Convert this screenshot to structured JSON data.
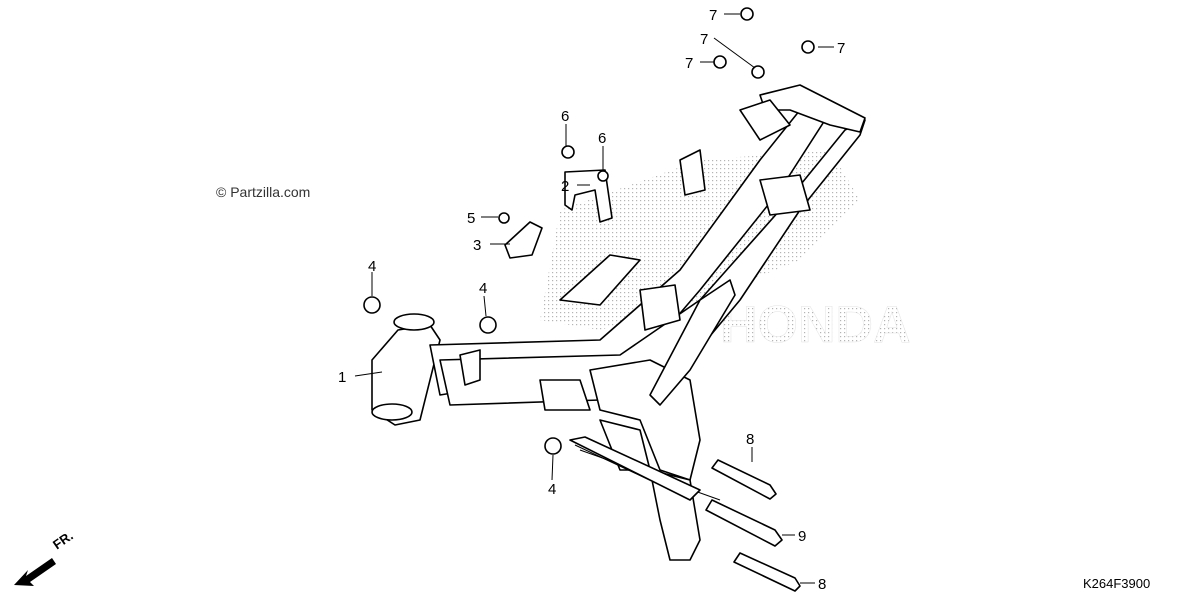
{
  "watermark": "© Partzilla.com",
  "diagram_code": "K264F3900",
  "direction_label": "FR.",
  "brand_watermark": "HONDA",
  "callouts": [
    {
      "id": "c1",
      "label": "1"
    },
    {
      "id": "c2",
      "label": "2"
    },
    {
      "id": "c3",
      "label": "3"
    },
    {
      "id": "c4a",
      "label": "4"
    },
    {
      "id": "c4b",
      "label": "4"
    },
    {
      "id": "c4c",
      "label": "4"
    },
    {
      "id": "c5",
      "label": "5"
    },
    {
      "id": "c6a",
      "label": "6"
    },
    {
      "id": "c6b",
      "label": "6"
    },
    {
      "id": "c7a",
      "label": "7"
    },
    {
      "id": "c7b",
      "label": "7"
    },
    {
      "id": "c7c",
      "label": "7"
    },
    {
      "id": "c7d",
      "label": "7"
    },
    {
      "id": "c8a",
      "label": "8"
    },
    {
      "id": "c8b",
      "label": "8"
    },
    {
      "id": "c9",
      "label": "9"
    }
  ]
}
